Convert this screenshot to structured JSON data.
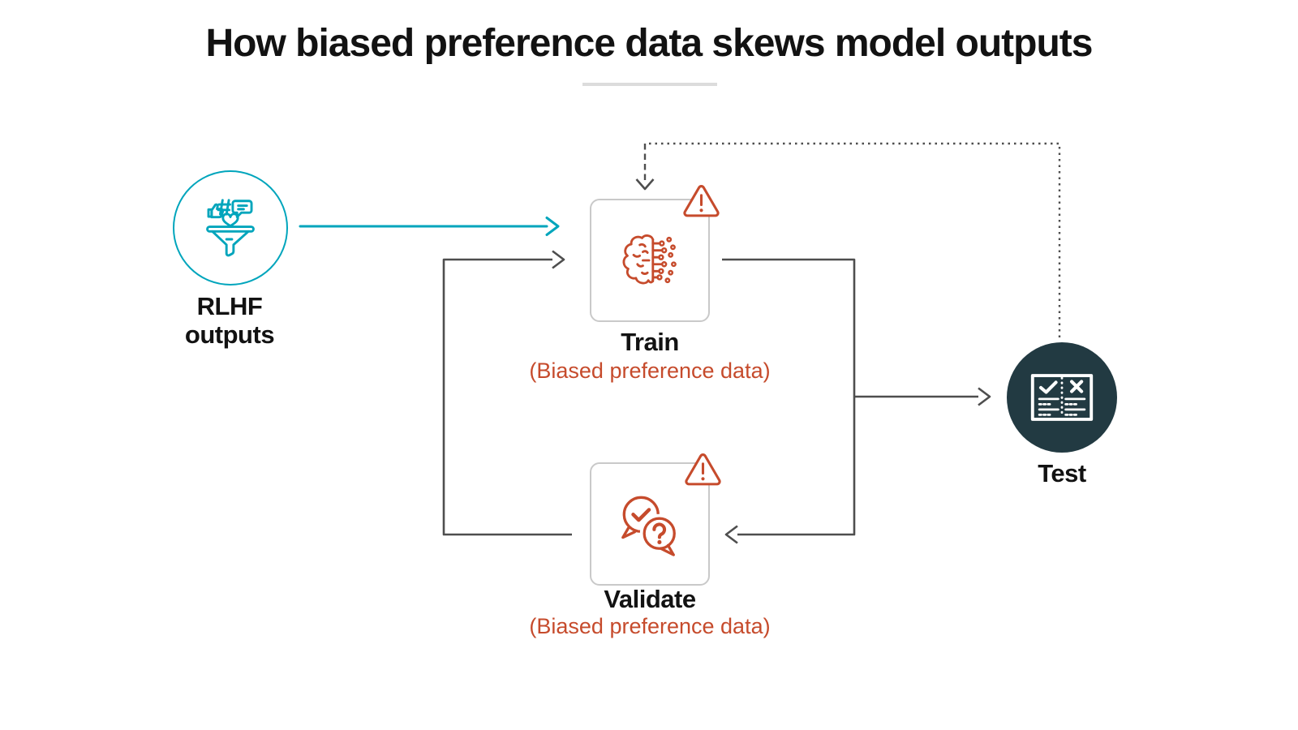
{
  "title": "How biased preference data skews model outputs",
  "nodes": {
    "rlhf": {
      "label_line1": "RLHF",
      "label_line2": "outputs",
      "icon": "funnel-social-icon"
    },
    "train": {
      "label": "Train",
      "sublabel": "(Biased preference data)",
      "icon": "brain-circuit-icon",
      "has_warning": true
    },
    "validate": {
      "label": "Validate",
      "sublabel": "(Biased preference data)",
      "icon": "chat-check-question-icon",
      "has_warning": true
    },
    "test": {
      "label": "Test",
      "icon": "checklist-book-icon"
    }
  },
  "edges": [
    {
      "from": "rlhf",
      "to": "train",
      "style": "solid",
      "color": "teal"
    },
    {
      "from": "train",
      "to": "validate",
      "style": "solid",
      "color": "gray"
    },
    {
      "from": "validate",
      "to": "train",
      "style": "solid",
      "color": "gray"
    },
    {
      "from": "train-validate-loop",
      "to": "test",
      "style": "solid",
      "color": "gray"
    },
    {
      "from": "test",
      "to": "train",
      "style": "dotted",
      "color": "gray"
    }
  ],
  "icons": {
    "warning": "warning-triangle-icon"
  },
  "colors": {
    "teal": "#00a5bc",
    "orange": "#c64b2c",
    "arrow_gray": "#4e4e4e",
    "box_border": "#c9c9c9",
    "test_fill": "#223a42",
    "divider": "#dcdcdc",
    "text": "#121212"
  }
}
